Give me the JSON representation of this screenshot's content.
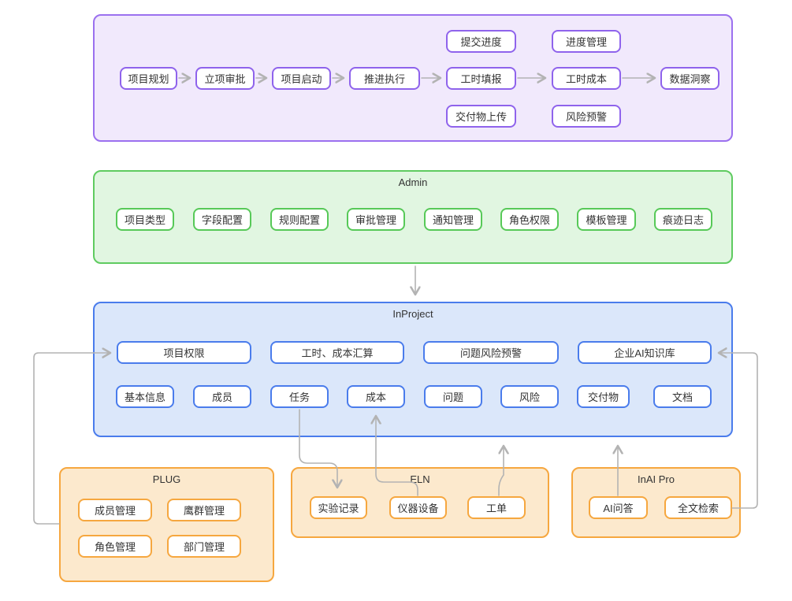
{
  "sections": {
    "workflow": {
      "nodes": {
        "plan": "项目规划",
        "approve": "立项审批",
        "kickoff": "项目启动",
        "execute": "推进执行",
        "submit_progress": "提交进度",
        "timesheet": "工时填报",
        "deliverable_upload": "交付物上传",
        "progress_mgmt": "进度管理",
        "labor_cost": "工时成本",
        "risk_alert": "风险预警",
        "insight": "数据洞察"
      }
    },
    "admin": {
      "title": "Admin",
      "items": [
        "项目类型",
        "字段配置",
        "规则配置",
        "审批管理",
        "通知管理",
        "角色权限",
        "模板管理",
        "痕迹日志"
      ]
    },
    "inproject": {
      "title": "InProject",
      "features": [
        "项目权限",
        "工时、成本汇算",
        "问题风险预警",
        "企业AI知识库"
      ],
      "modules": [
        "基本信息",
        "成员",
        "任务",
        "成本",
        "问题",
        "风险",
        "交付物",
        "文档"
      ]
    },
    "plug": {
      "title": "PLUG",
      "items": [
        "成员管理",
        "鹰群管理",
        "角色管理",
        "部门管理"
      ]
    },
    "eln": {
      "title": "ELN",
      "items": [
        "实验记录",
        "仪器设备",
        "工单"
      ]
    },
    "inai": {
      "title": "InAI Pro",
      "items": [
        "AI问答",
        "全文检索"
      ]
    }
  },
  "edges": [
    {
      "from": "项目规划",
      "to": "立项审批"
    },
    {
      "from": "立项审批",
      "to": "项目启动"
    },
    {
      "from": "项目启动",
      "to": "推进执行"
    },
    {
      "from": "推进执行",
      "to": "工时填报"
    },
    {
      "from": "工时填报",
      "to": "工时成本"
    },
    {
      "from": "工时成本",
      "to": "数据洞察"
    },
    {
      "from": "Admin",
      "to": "InProject"
    },
    {
      "from": "PLUG",
      "to": "项目权限"
    },
    {
      "from": "任务",
      "to": "实验记录"
    },
    {
      "from": "仪器设备",
      "to": "成本"
    },
    {
      "from": "工单",
      "to": "InProject"
    },
    {
      "from": "AI问答",
      "to": "InProject"
    },
    {
      "from": "全文检索",
      "to": "企业AI知识库"
    }
  ],
  "colors": {
    "purple_fill": "#f1e9fc",
    "purple_border": "#9b70ef",
    "green_fill": "#e1f6e1",
    "green_border": "#5fcb60",
    "blue_fill": "#dbe7fa",
    "blue_border": "#4a7cec",
    "orange_fill": "#fce9cd",
    "orange_border": "#f6a73f",
    "connector": "#b3b3b3",
    "text": "#333333"
  }
}
